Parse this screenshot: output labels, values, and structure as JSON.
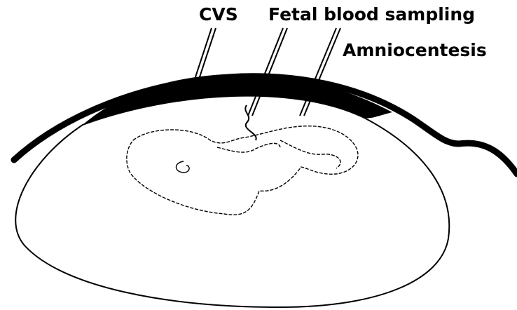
{
  "labels": {
    "cvs": "CVS",
    "fetal_blood_sampling": "Fetal blood sampling",
    "amniocentesis": "Amniocentesis"
  },
  "colors": {
    "ink": "#000000",
    "background": "#ffffff"
  }
}
